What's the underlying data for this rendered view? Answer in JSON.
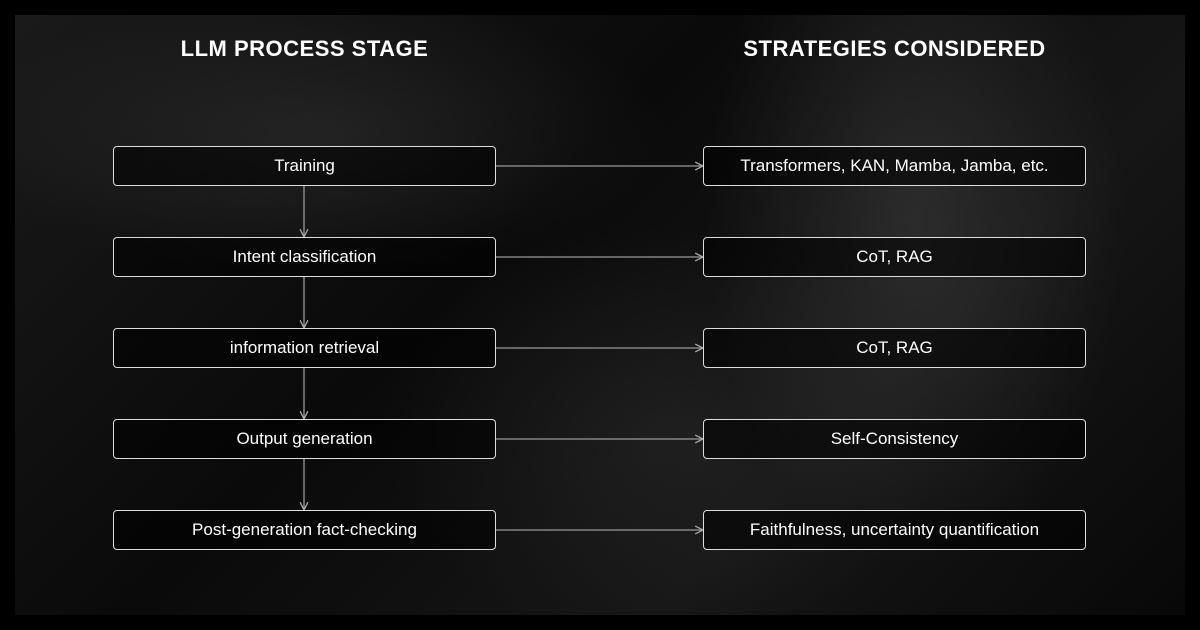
{
  "headers": {
    "left": "LLM PROCESS STAGE",
    "right": "STRATEGIES CONSIDERED"
  },
  "stages": [
    "Training",
    "Intent classification",
    "information retrieval",
    "Output generation",
    "Post-generation fact-checking"
  ],
  "strategies": [
    "Transformers, KAN, Mamba, Jamba, etc.",
    "CoT, RAG",
    "CoT, RAG",
    "Self-Consistency",
    "Faithfulness, uncertainty quantification"
  ]
}
